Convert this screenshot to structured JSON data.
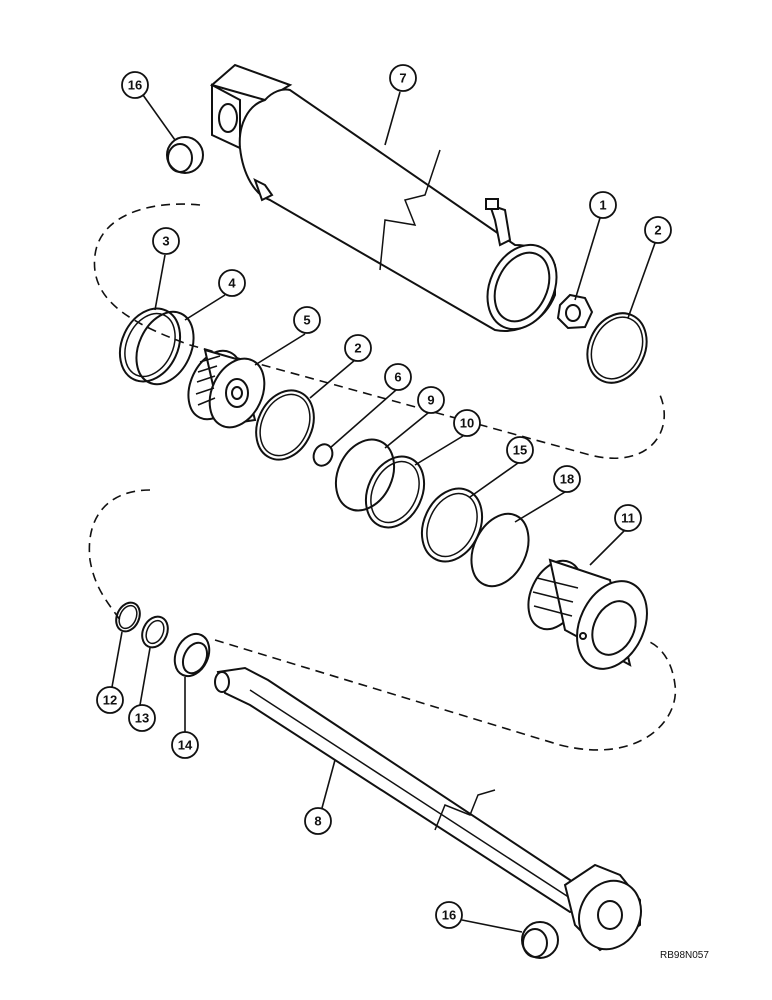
{
  "callouts": [
    {
      "id": "c16a",
      "label": "16"
    },
    {
      "id": "c7",
      "label": "7"
    },
    {
      "id": "c1",
      "label": "1"
    },
    {
      "id": "c2a",
      "label": "2"
    },
    {
      "id": "c3",
      "label": "3"
    },
    {
      "id": "c4",
      "label": "4"
    },
    {
      "id": "c5",
      "label": "5"
    },
    {
      "id": "c2b",
      "label": "2"
    },
    {
      "id": "c6",
      "label": "6"
    },
    {
      "id": "c9",
      "label": "9"
    },
    {
      "id": "c10",
      "label": "10"
    },
    {
      "id": "c15",
      "label": "15"
    },
    {
      "id": "c18",
      "label": "18"
    },
    {
      "id": "c11",
      "label": "11"
    },
    {
      "id": "c12",
      "label": "12"
    },
    {
      "id": "c13",
      "label": "13"
    },
    {
      "id": "c14",
      "label": "14"
    },
    {
      "id": "c8",
      "label": "8"
    },
    {
      "id": "c16b",
      "label": "16"
    }
  ],
  "reference_code": "RB98N057"
}
